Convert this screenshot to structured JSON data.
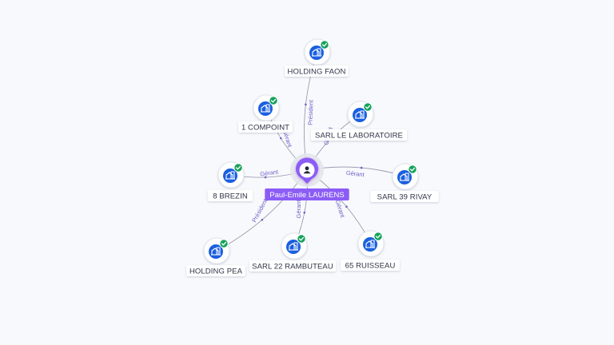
{
  "center": {
    "name": "Paul-Emile LAURENS",
    "icon": "person-icon",
    "color": "#8b5cf6"
  },
  "colors": {
    "node": "#1a5fe0",
    "check": "#15a35b",
    "edge": "#8f95a8",
    "edge_label": "#6b63c9"
  },
  "companies": [
    {
      "id": "holding-faon",
      "name": "HOLDING FAON",
      "relation": "Président",
      "icon": "building-icon",
      "verified": true
    },
    {
      "id": "1-compoint",
      "name": "1 COMPOINT",
      "relation": "Gérant",
      "icon": "building-icon",
      "verified": true
    },
    {
      "id": "sarl-le-laboratoire",
      "name": "SARL LE LABORATOIRE",
      "relation": "Gérant",
      "icon": "building-icon",
      "verified": true
    },
    {
      "id": "8-brezin",
      "name": "8 BREZIN",
      "relation": "Gérant",
      "icon": "building-icon",
      "verified": true
    },
    {
      "id": "sarl-39-rivay",
      "name": "SARL 39 RIVAY",
      "relation": "Gérant",
      "icon": "building-icon",
      "verified": true
    },
    {
      "id": "holding-pea",
      "name": "HOLDING PEA",
      "relation": "Président",
      "icon": "building-icon",
      "verified": true
    },
    {
      "id": "sarl-22-rambuteau",
      "name": "SARL 22 RAMBUTEAU",
      "relation": "Gérant",
      "icon": "building-icon",
      "verified": true
    },
    {
      "id": "65-ruisseau",
      "name": "65 RUISSEAU",
      "relation": "Gérant",
      "icon": "building-icon",
      "verified": true
    }
  ]
}
